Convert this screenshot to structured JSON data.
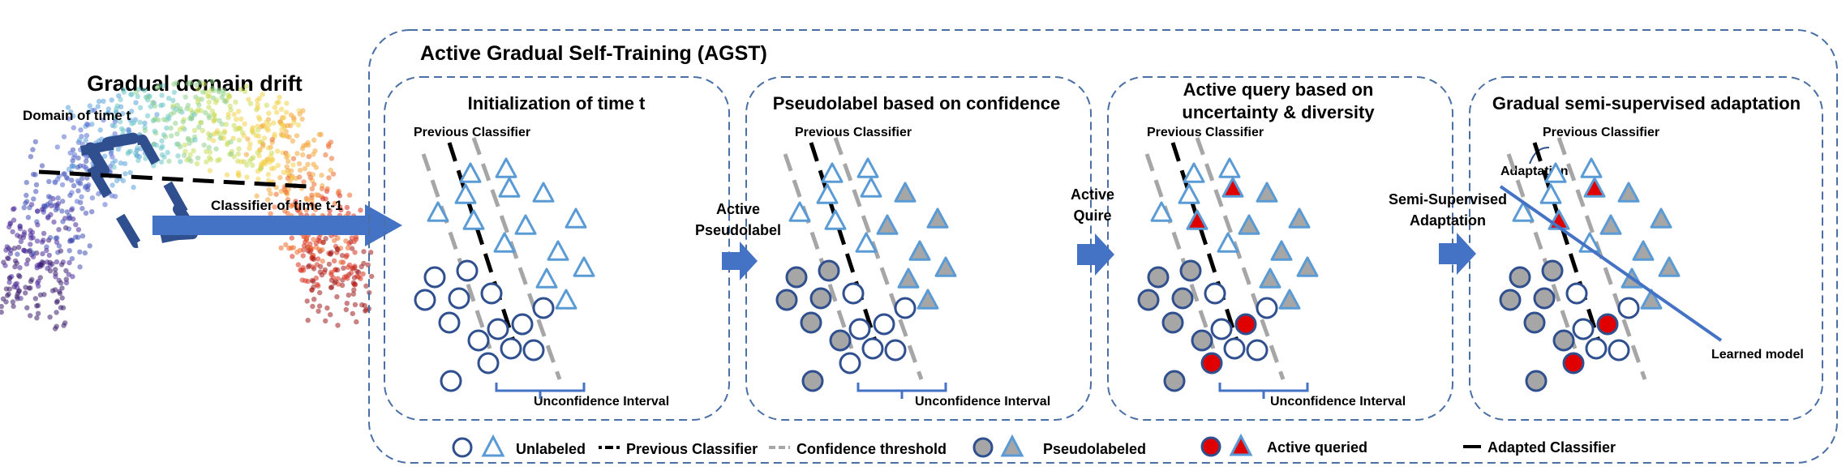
{
  "drift": {
    "title": "Gradual domain drift",
    "domain_label": "Domain of time t",
    "classifier_label": "Classifier of time t-1"
  },
  "agst": {
    "title": "Active Gradual Self-Training (AGST)"
  },
  "panels": [
    {
      "title": "Initialization of time t",
      "prev_classifier": "Previous Classifier",
      "unconf": "Unconfidence Interval"
    },
    {
      "title": "Pseudolabel based on confidence",
      "prev_classifier": "Previous Classifier",
      "unconf": "Unconfidence Interval"
    },
    {
      "title_line1": "Active query based on",
      "title_line2": "uncertainty & diversity",
      "prev_classifier": "Previous Classifier",
      "unconf": "Unconfidence Interval"
    },
    {
      "title": "Gradual semi-supervised adaptation",
      "prev_classifier": "Previous Classifier",
      "adaptation": "Adaptation",
      "learned_model": "Learned model"
    }
  ],
  "steps": [
    {
      "line1": "Active",
      "line2": "Pseudolabel"
    },
    {
      "line1": "Active",
      "line2": "Quire"
    },
    {
      "line1": "Semi-Supervised",
      "line2": "Adaptation"
    }
  ],
  "legend": {
    "unlabeled": "Unlabeled",
    "previous_classifier": "Previous Classifier",
    "confidence_threshold": "Confidence threshold",
    "pseudolabeled": "Pseudolabeled",
    "active_queried": "Active queried",
    "adapted_classifier": "Adapted Classifier"
  },
  "colors": {
    "frame_dash": "#4a6fa5",
    "arrow": "#4472c4",
    "circle_stroke": "#2f4f8f",
    "triangle_stroke": "#5b9bd5",
    "pseudo_fill": "#a6a6a6",
    "query_fill": "#e00000",
    "threshold": "#a6a6a6",
    "classifier": "#000000"
  }
}
